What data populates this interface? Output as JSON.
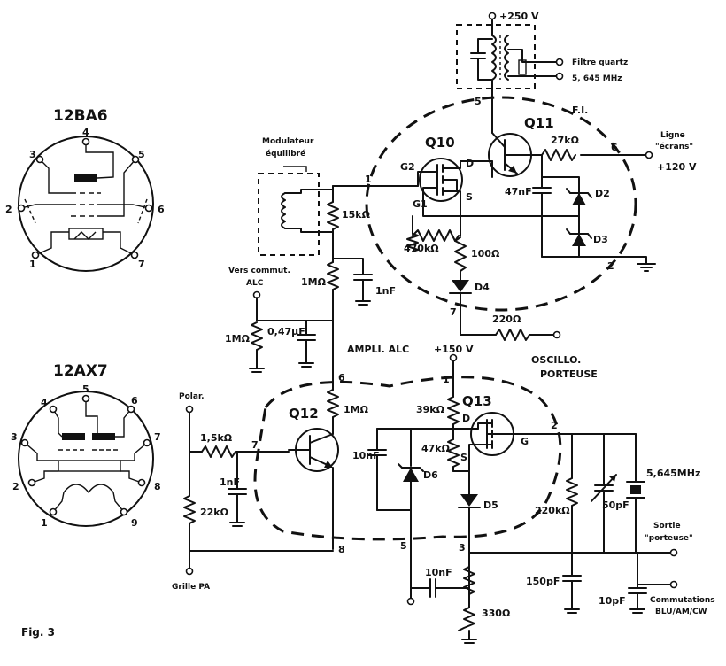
{
  "tubes": {
    "t1": {
      "name": "12BA6",
      "pins": [
        "1",
        "2",
        "3",
        "4",
        "5",
        "6",
        "7"
      ]
    },
    "t2": {
      "name": "12AX7",
      "pins": [
        "1",
        "2",
        "3",
        "4",
        "5",
        "6",
        "7",
        "8",
        "9"
      ]
    }
  },
  "transistors": {
    "q10": "Q10",
    "q11": "Q11",
    "q12": "Q12",
    "q13": "Q13"
  },
  "components": {
    "r15k": "15kΩ",
    "r470k": "470kΩ",
    "r100": "100Ω",
    "r27k": "27kΩ",
    "r220": "220Ω",
    "r1m_a": "1MΩ",
    "r1m_b": "1MΩ",
    "r1m_c": "1MΩ",
    "r39k": "39kΩ",
    "r47k": "47kΩ",
    "r1k5": "1,5kΩ",
    "r22k": "22kΩ",
    "r220k": "220kΩ",
    "r330": "330Ω",
    "c47n": "47nF",
    "c1n_a": "1nF",
    "c047": "0,47µF",
    "c1n_b": "1nF",
    "c10n_a": "10nF",
    "c10n_b": "10nF",
    "c50p": "50pF",
    "c150p": "150pF",
    "c10p": "10pF",
    "xtal": "5,645MHz",
    "d2": "D2",
    "d3": "D3",
    "d4": "D4",
    "d5": "D5",
    "d6": "D6"
  },
  "labels": {
    "v250": "+250 V",
    "v150": "+150 V",
    "v120": "+120 V",
    "filtre1": "Filtre quartz",
    "filtre2": "5, 645 MHz",
    "fi": "F.I.",
    "mod1": "Modulateur",
    "mod2": "équilibré",
    "ligne1": "Ligne",
    "ligne2": "\"écrans\"",
    "alc1": "Vers commut.",
    "alc2": "ALC",
    "ampli": "AMPLI. ALC",
    "osc1": "OSCILLO.",
    "osc2": "PORTEUSE",
    "polar": "Polar.",
    "grille": "Grille PA",
    "sortie1": "Sortie",
    "sortie2": "\"porteuse\"",
    "comm1": "Commutations",
    "comm2": "BLU/AM/CW",
    "fig": "Fig. 3"
  },
  "nodes": {
    "n1a": "1",
    "n1b": "1",
    "n2a": "2",
    "n2b": "2",
    "n3": "3",
    "n5a": "5",
    "n5b": "5",
    "n6a": "6",
    "n6b": "6",
    "n7a": "7",
    "n7b": "7",
    "n8": "8"
  },
  "pins": {
    "g2": "G2",
    "g1": "G1",
    "d": "D",
    "s": "S",
    "d13": "D",
    "s13": "S",
    "g13": "G"
  }
}
